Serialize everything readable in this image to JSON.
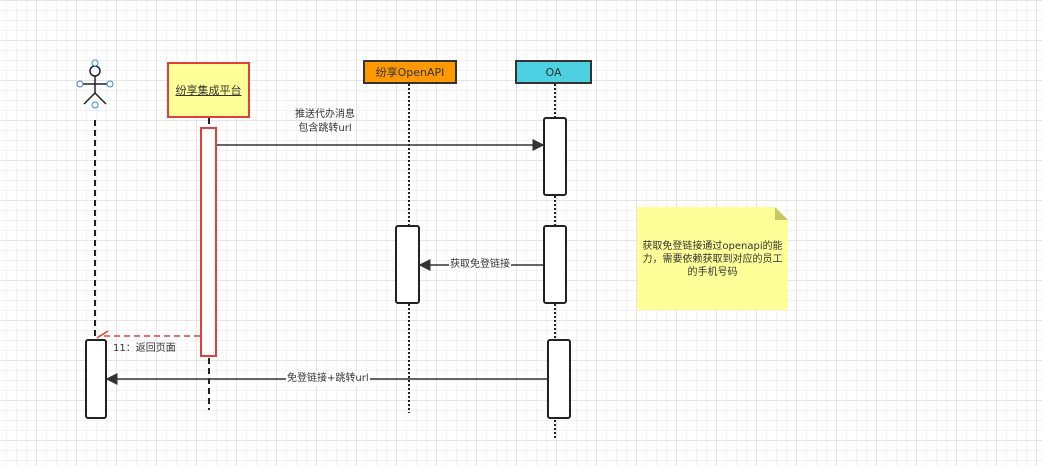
{
  "participants": [
    {
      "label": "",
      "type": "actor"
    },
    {
      "label": "纷享集成平台",
      "fill": "#ffff99",
      "border": "#e0403a"
    },
    {
      "label": "纷享OpenAPI",
      "fill": "#ff9900",
      "border": "#333333"
    },
    {
      "label": "OA",
      "fill": "#4dd0e1",
      "border": "#333333"
    }
  ],
  "messages": [
    {
      "line1": "推送代办消息",
      "line2": "包含跳转url"
    },
    {
      "label": "获取免登链接"
    },
    {
      "label": "11：返回页面"
    },
    {
      "label": "免登链接+跳转url"
    }
  ],
  "note": {
    "text": "获取免登链接通过openapi的能力，需要依赖获取到对应的员工的手机号码",
    "fill": "#ffff99"
  }
}
